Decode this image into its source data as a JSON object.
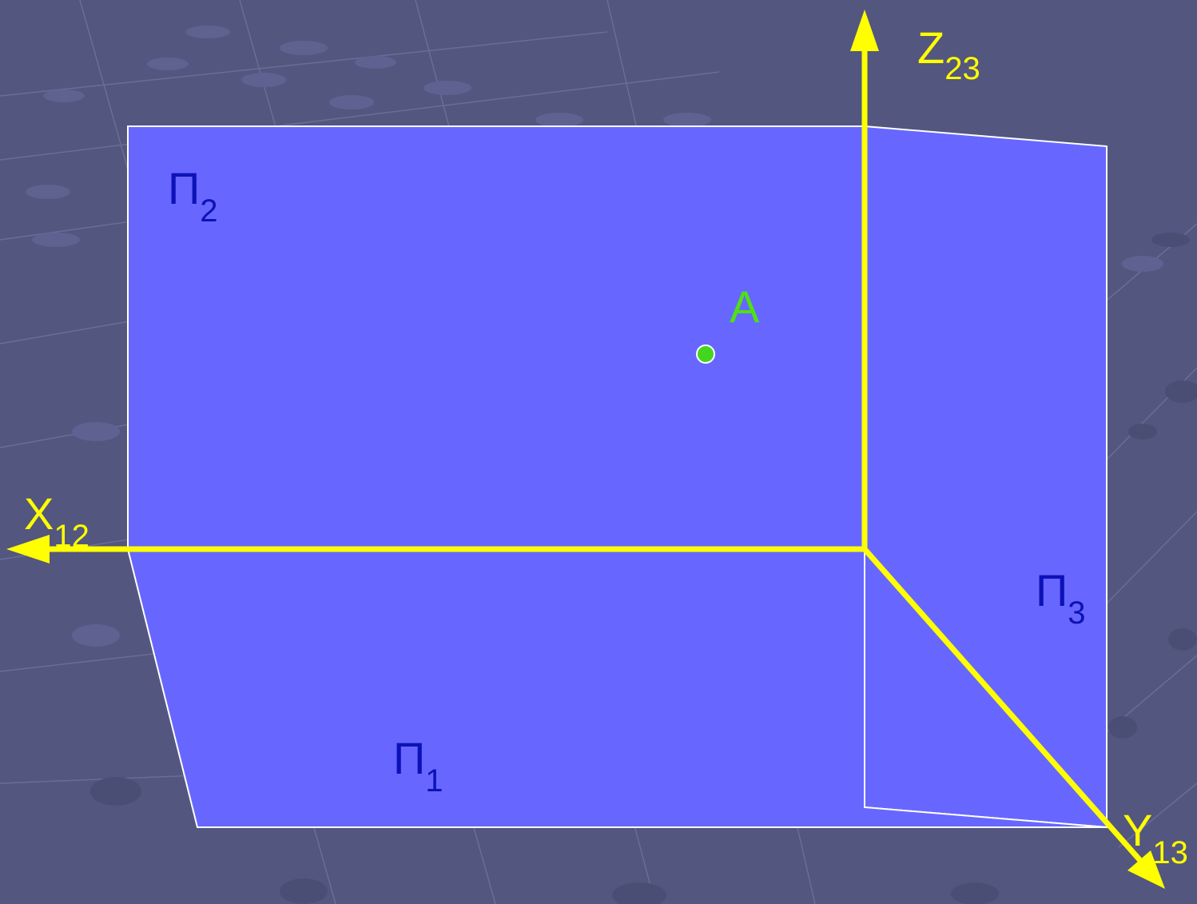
{
  "colors": {
    "background": "#53567f",
    "plane_fill": "#6767ff",
    "plane_edge": "#ffffff",
    "axis": "#ffff00",
    "plane_label": "#0d12b8",
    "point": "#44d61f",
    "point_label": "#4fe014"
  },
  "axes": {
    "x": {
      "letter": "X",
      "index": "12"
    },
    "y": {
      "letter": "Y",
      "index": "13"
    },
    "z": {
      "letter": "Z",
      "index": "23"
    }
  },
  "planes": {
    "p1": {
      "letter": "П",
      "index": "1"
    },
    "p2": {
      "letter": "П",
      "index": "2"
    },
    "p3": {
      "letter": "П",
      "index": "3"
    }
  },
  "point": {
    "label": "A"
  }
}
